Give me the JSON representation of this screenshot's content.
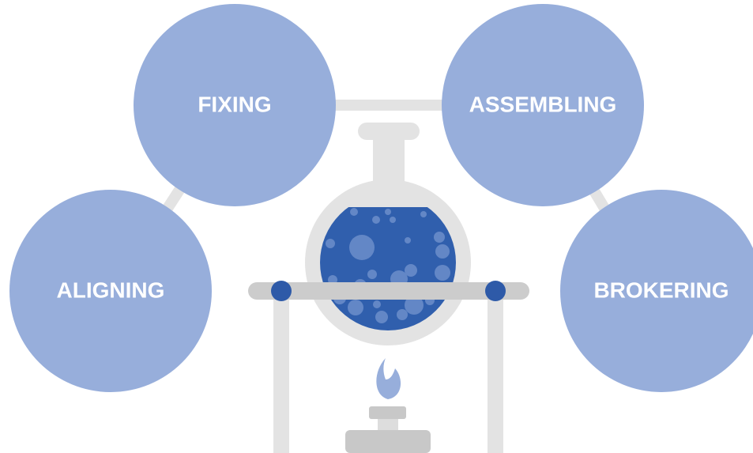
{
  "nodes": {
    "fixing": {
      "label": "FIXING"
    },
    "assembling": {
      "label": "ASSEMBLING"
    },
    "aligning": {
      "label": "ALIGNING"
    },
    "brokering": {
      "label": "BROKERING"
    }
  },
  "illustration": {
    "icon": "lab-flask-on-burner-icon"
  },
  "colors": {
    "circle_fill": "#97AEDB",
    "connector": "#E3E3E3",
    "flask_glass": "#E3E3E3",
    "liquid": "#305FAD",
    "bubble": "#6D8FCB",
    "stand_bar": "#CCCCCC",
    "stand_knob": "#2E5AA8",
    "flame": "#97AEDB",
    "burner": "#C8C8C8",
    "label_text": "#FFFFFF"
  }
}
